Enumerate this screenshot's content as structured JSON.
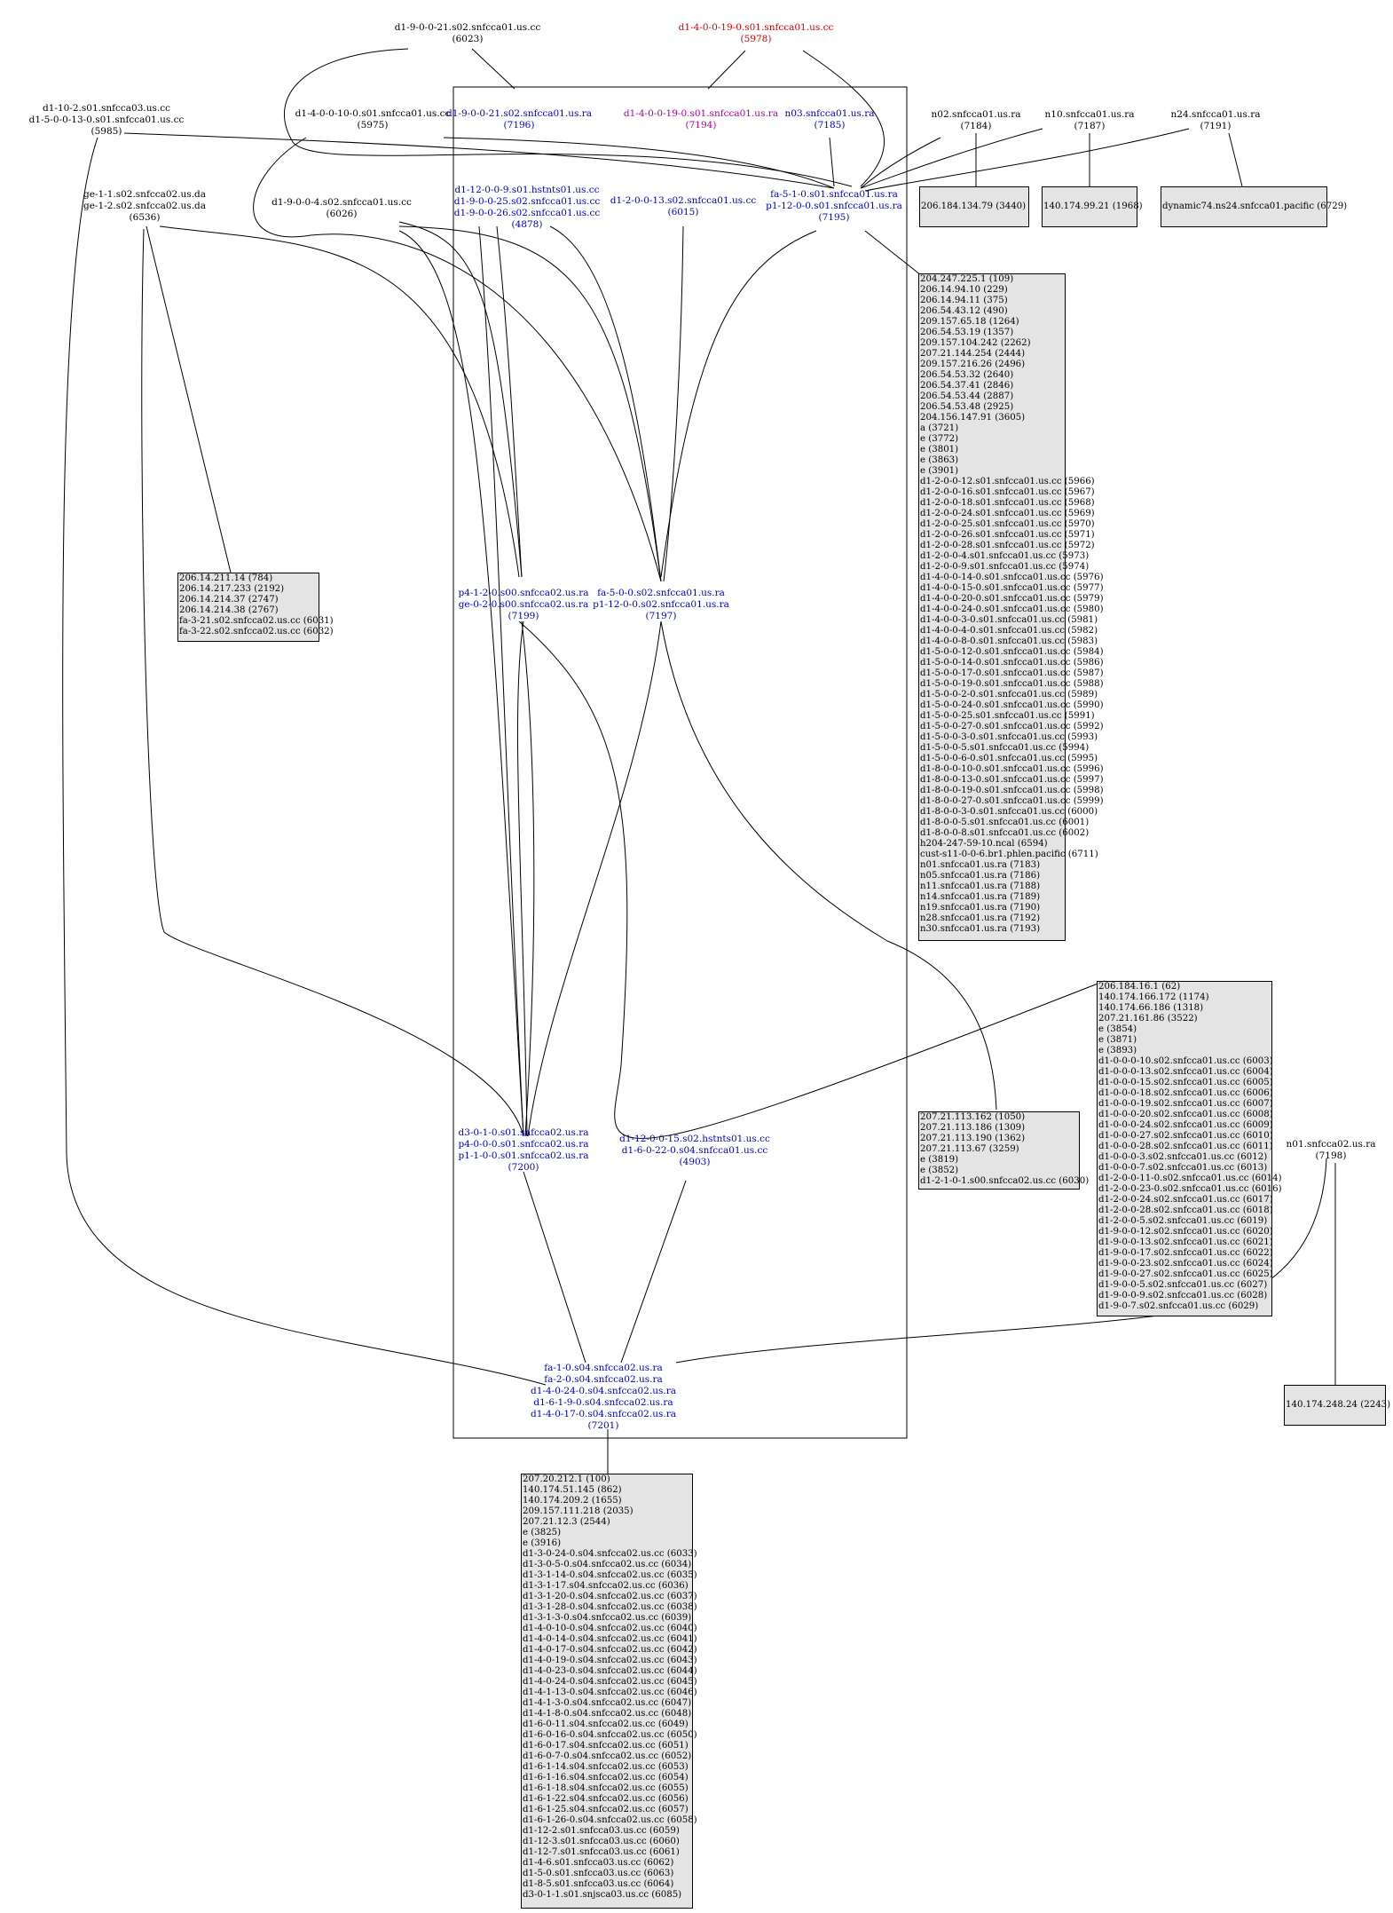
{
  "nodes": {
    "top_left": {
      "lines": [
        "d1-9-0-0-21.s02.snfcca01.us.cc",
        "(6023)"
      ]
    },
    "top_red": {
      "lines": [
        "d1-4-0-0-19-0.s01.snfcca01.us.cc",
        "(5978)"
      ]
    },
    "left_top": {
      "lines": [
        "d1-10-2.s01.snfcca03.us.cc",
        "d1-5-0-0-13-0.s01.snfcca01.us.cc",
        "(5985)"
      ]
    },
    "d1_4_0_0_10": {
      "lines": [
        "d1-4-0-0-10-0.s01.snfcca01.us.cc",
        "(5975)"
      ]
    },
    "ge_1_1": {
      "lines": [
        "ge-1-1.s02.snfcca02.us.da",
        "ge-1-2.s02.snfcca02.us.da",
        "(6536)"
      ]
    },
    "d1_9_0_0_4": {
      "lines": [
        "d1-9-0-0-4.s02.snfcca01.us.cc",
        "(6026)"
      ]
    },
    "n02": {
      "lines": [
        "n02.snfcca01.us.ra",
        "(7184)"
      ]
    },
    "n10": {
      "lines": [
        "n10.snfcca01.us.ra",
        "(7187)"
      ]
    },
    "n24": {
      "lines": [
        "n24.snfcca01.us.ra",
        "(7191)"
      ]
    },
    "n01_right": {
      "lines": [
        "n01.snfcca02.us.ra",
        "(7198)"
      ]
    },
    "c_7196": {
      "lines": [
        "d1-9-0-0-21.s02.snfcca01.us.ra",
        "(7196)"
      ]
    },
    "c_7194": {
      "lines": [
        "d1-4-0-0-19-0.s01.snfcca01.us.ra",
        "(7194)"
      ]
    },
    "c_7185": {
      "lines": [
        "n03.snfcca01.us.ra",
        "(7185)"
      ]
    },
    "c_4878": {
      "lines": [
        "d1-12-0-0-9.s01.hstnts01.us.cc",
        "d1-9-0-0-25.s02.snfcca01.us.cc",
        "d1-9-0-0-26.s02.snfcca01.us.cc",
        "(4878)"
      ]
    },
    "c_6015": {
      "lines": [
        "d1-2-0-0-13.s02.snfcca01.us.cc",
        "(6015)"
      ]
    },
    "c_7195": {
      "lines": [
        "fa-5-1-0.s01.snfcca01.us.ra",
        "p1-12-0-0.s01.snfcca01.us.ra",
        "(7195)"
      ]
    },
    "c_7199": {
      "lines": [
        "p4-1-2-0.s00.snfcca02.us.ra",
        "ge-0-2-0.s00.snfcca02.us.ra",
        "(7199)"
      ]
    },
    "c_7197": {
      "lines": [
        "fa-5-0-0.s02.snfcca01.us.ra",
        "p1-12-0-0.s02.snfcca01.us.ra",
        "(7197)"
      ]
    },
    "c_7200": {
      "lines": [
        "d3-0-1-0.s01.snfcca02.us.ra",
        "p4-0-0-0.s01.snfcca02.us.ra",
        "p1-1-0-0.s01.snfcca02.us.ra",
        "(7200)"
      ]
    },
    "c_4903": {
      "lines": [
        "d1-12-0-0-15.s02.hstnts01.us.cc",
        "d1-6-0-22-0.s04.snfcca01.us.cc",
        "(4903)"
      ]
    },
    "c_7201": {
      "lines": [
        "fa-1-0.s04.snfcca02.us.ra",
        "fa-2-0.s04.snfcca02.us.ra",
        "d1-4-0-24-0.s04.snfcca02.us.ra",
        "d1-6-1-9-0.s04.snfcca02.us.ra",
        "d1-4-0-17-0.s04.snfcca02.us.ra",
        "(7201)"
      ]
    }
  },
  "boxes": {
    "b_3440": {
      "lines": [
        "206.184.134.79 (3440)"
      ]
    },
    "b_1968": {
      "lines": [
        "140.174.99.21 (1968)"
      ]
    },
    "b_6729": {
      "lines": [
        "dynamic74.ns24.snfcca01.pacific (6729)"
      ]
    },
    "b_2243": {
      "lines": [
        "140.174.248.24 (2243)"
      ]
    },
    "b_left": {
      "lines": [
        "206.14.211.14 (784)",
        "206.14.217.233 (2192)",
        "206.14.214.37 (2747)",
        "206.14.214.38 (2767)",
        "fa-3-21.s02.snfcca02.us.cc (6031)",
        "fa-3-22.s02.snfcca02.us.cc (6032)"
      ]
    },
    "b_big_right": {
      "lines": [
        "204.247.225.1 (109)",
        "206.14.94.10 (229)",
        "206.14.94.11 (375)",
        "206.54.43.12 (490)",
        "209.157.65.18 (1264)",
        "206.54.53.19 (1357)",
        "209.157.104.242 (2262)",
        "207.21.144.254 (2444)",
        "209.157.216.26 (2496)",
        "206.54.53.32 (2640)",
        "206.54.37.41 (2846)",
        "206.54.53.44 (2887)",
        "206.54.53.48 (2925)",
        "204.156.147.91 (3605)",
        "a (3721)",
        "e (3772)",
        "e (3801)",
        "e (3863)",
        "e (3901)",
        "d1-2-0-0-12.s01.snfcca01.us.cc (5966)",
        "d1-2-0-0-16.s01.snfcca01.us.cc (5967)",
        "d1-2-0-0-18.s01.snfcca01.us.cc (5968)",
        "d1-2-0-0-24.s01.snfcca01.us.cc (5969)",
        "d1-2-0-0-25.s01.snfcca01.us.cc (5970)",
        "d1-2-0-0-26.s01.snfcca01.us.cc (5971)",
        "d1-2-0-0-28.s01.snfcca01.us.cc (5972)",
        "d1-2-0-0-4.s01.snfcca01.us.cc (5973)",
        "d1-2-0-0-9.s01.snfcca01.us.cc (5974)",
        "d1-4-0-0-14-0.s01.snfcca01.us.cc (5976)",
        "d1-4-0-0-15-0.s01.snfcca01.us.cc (5977)",
        "d1-4-0-0-20-0.s01.snfcca01.us.cc (5979)",
        "d1-4-0-0-24-0.s01.snfcca01.us.cc (5980)",
        "d1-4-0-0-3-0.s01.snfcca01.us.cc (5981)",
        "d1-4-0-0-4-0.s01.snfcca01.us.cc (5982)",
        "d1-4-0-0-8-0.s01.snfcca01.us.cc (5983)",
        "d1-5-0-0-12-0.s01.snfcca01.us.cc (5984)",
        "d1-5-0-0-14-0.s01.snfcca01.us.cc (5986)",
        "d1-5-0-0-17-0.s01.snfcca01.us.cc (5987)",
        "d1-5-0-0-19-0.s01.snfcca01.us.cc (5988)",
        "d1-5-0-0-2-0.s01.snfcca01.us.cc (5989)",
        "d1-5-0-0-24-0.s01.snfcca01.us.cc (5990)",
        "d1-5-0-0-25.s01.snfcca01.us.cc (5991)",
        "d1-5-0-0-27-0.s01.snfcca01.us.cc (5992)",
        "d1-5-0-0-3-0.s01.snfcca01.us.cc (5993)",
        "d1-5-0-0-5.s01.snfcca01.us.cc (5994)",
        "d1-5-0-0-6-0.s01.snfcca01.us.cc (5995)",
        "d1-8-0-0-10-0.s01.snfcca01.us.cc (5996)",
        "d1-8-0-0-13-0.s01.snfcca01.us.cc (5997)",
        "d1-8-0-0-19-0.s01.snfcca01.us.cc (5998)",
        "d1-8-0-0-27-0.s01.snfcca01.us.cc (5999)",
        "d1-8-0-0-3-0.s01.snfcca01.us.cc (6000)",
        "d1-8-0-0-5.s01.snfcca01.us.cc (6001)",
        "d1-8-0-0-8.s01.snfcca01.us.cc (6002)",
        "h204-247-59-10.ncal (6594)",
        "cust-s11-0-0-6.br1.phlen.pacific (6711)",
        "n01.snfcca01.us.ra (7183)",
        "n05.snfcca01.us.ra (7186)",
        "n11.snfcca01.us.ra (7188)",
        "n14.snfcca01.us.ra (7189)",
        "n19.snfcca01.us.ra (7190)",
        "n28.snfcca01.us.ra (7192)",
        "n30.snfcca01.us.ra (7193)"
      ]
    },
    "b_mid_right": {
      "lines": [
        "207.21.113.162 (1050)",
        "207.21.113.186 (1309)",
        "207.21.113.190 (1362)",
        "207.21.113.67 (3259)",
        "e (3819)",
        "e (3852)",
        "d1-2-1-0-1.s00.snfcca02.us.cc (6030)"
      ]
    },
    "b_far_right": {
      "lines": [
        "206.184.16.1 (62)",
        "140.174.166.172 (1174)",
        "140.174.66.186 (1318)",
        "207.21.161.86 (3522)",
        "e (3854)",
        "e (3871)",
        "e (3893)",
        "d1-0-0-0-10.s02.snfcca01.us.cc (6003)",
        "d1-0-0-0-13.s02.snfcca01.us.cc (6004)",
        "d1-0-0-0-15.s02.snfcca01.us.cc (6005)",
        "d1-0-0-0-18.s02.snfcca01.us.cc (6006)",
        "d1-0-0-0-19.s02.snfcca01.us.cc (6007)",
        "d1-0-0-0-20.s02.snfcca01.us.cc (6008)",
        "d1-0-0-0-24.s02.snfcca01.us.cc (6009)",
        "d1-0-0-0-27.s02.snfcca01.us.cc (6010)",
        "d1-0-0-0-28.s02.snfcca01.us.cc (6011)",
        "d1-0-0-0-3.s02.snfcca01.us.cc (6012)",
        "d1-0-0-0-7.s02.snfcca01.us.cc (6013)",
        "d1-2-0-0-11-0.s02.snfcca01.us.cc (6014)",
        "d1-2-0-0-23-0.s02.snfcca01.us.cc (6016)",
        "d1-2-0-0-24.s02.snfcca01.us.cc (6017)",
        "d1-2-0-0-28.s02.snfcca01.us.cc (6018)",
        "d1-2-0-0-5.s02.snfcca01.us.cc (6019)",
        "d1-9-0-0-12.s02.snfcca01.us.cc (6020)",
        "d1-9-0-0-13.s02.snfcca01.us.cc (6021)",
        "d1-9-0-0-17.s02.snfcca01.us.cc (6022)",
        "d1-9-0-0-23.s02.snfcca01.us.cc (6024)",
        "d1-9-0-0-27.s02.snfcca01.us.cc (6025)",
        "d1-9-0-0-5.s02.snfcca01.us.cc (6027)",
        "d1-9-0-0-9.s02.snfcca01.us.cc (6028)",
        "d1-9-0-7.s02.snfcca01.us.cc (6029)"
      ]
    },
    "b_bottom": {
      "lines": [
        "207.20.212.1 (100)",
        "140.174.51.145 (862)",
        "140.174.209.2 (1655)",
        "209.157.111.218 (2035)",
        "207.21.12.3 (2544)",
        "e (3825)",
        "e (3916)",
        "d1-3-0-24-0.s04.snfcca02.us.cc (6033)",
        "d1-3-0-5-0.s04.snfcca02.us.cc (6034)",
        "d1-3-1-14-0.s04.snfcca02.us.cc (6035)",
        "d1-3-1-17.s04.snfcca02.us.cc (6036)",
        "d1-3-1-20-0.s04.snfcca02.us.cc (6037)",
        "d1-3-1-28-0.s04.snfcca02.us.cc (6038)",
        "d1-3-1-3-0.s04.snfcca02.us.cc (6039)",
        "d1-4-0-10-0.s04.snfcca02.us.cc (6040)",
        "d1-4-0-14-0.s04.snfcca02.us.cc (6041)",
        "d1-4-0-17-0.s04.snfcca02.us.cc (6042)",
        "d1-4-0-19-0.s04.snfcca02.us.cc (6043)",
        "d1-4-0-23-0.s04.snfcca02.us.cc (6044)",
        "d1-4-0-24-0.s04.snfcca02.us.cc (6045)",
        "d1-4-1-13-0.s04.snfcca02.us.cc (6046)",
        "d1-4-1-3-0.s04.snfcca02.us.cc (6047)",
        "d1-4-1-8-0.s04.snfcca02.us.cc (6048)",
        "d1-6-0-11.s04.snfcca02.us.cc (6049)",
        "d1-6-0-16-0.s04.snfcca02.us.cc (6050)",
        "d1-6-0-17.s04.snfcca02.us.cc (6051)",
        "d1-6-0-7-0.s04.snfcca02.us.cc (6052)",
        "d1-6-1-14.s04.snfcca02.us.cc (6053)",
        "d1-6-1-16.s04.snfcca02.us.cc (6054)",
        "d1-6-1-18.s04.snfcca02.us.cc (6055)",
        "d1-6-1-22.s04.snfcca02.us.cc (6056)",
        "d1-6-1-25.s04.snfcca02.us.cc (6057)",
        "d1-6-1-26-0.s04.snfcca02.us.cc (6058)",
        "d1-12-2.s01.snfcca03.us.cc (6059)",
        "d1-12-3.s01.snfcca03.us.cc (6060)",
        "d1-12-7.s01.snfcca03.us.cc (6061)",
        "d1-4-6.s01.snfcca03.us.cc (6062)",
        "d1-5-0.s01.snfcca03.us.cc (6063)",
        "d1-8-5.s01.snfcca03.us.cc (6064)",
        "d3-0-1-1.s01.snjsca03.us.cc (6085)"
      ]
    }
  },
  "colors": {
    "node_blue": "#0000cc",
    "node_red": "#dd0000",
    "node_purple": "#aa00aa",
    "box_fill": "#e4e4e4"
  }
}
